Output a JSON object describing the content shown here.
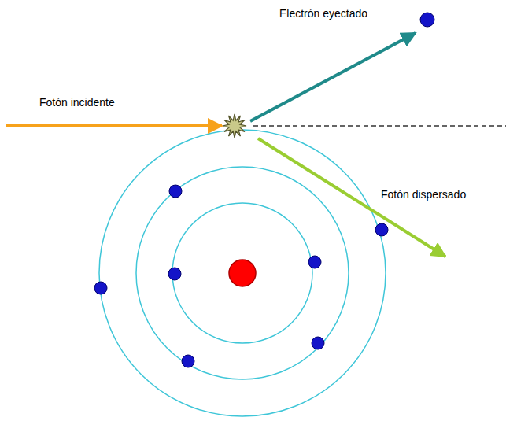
{
  "diagram": {
    "labels": [
      "Electrón eyectado",
      "Fotón incidente",
      "Fotón dispersado"
    ]
  }
}
